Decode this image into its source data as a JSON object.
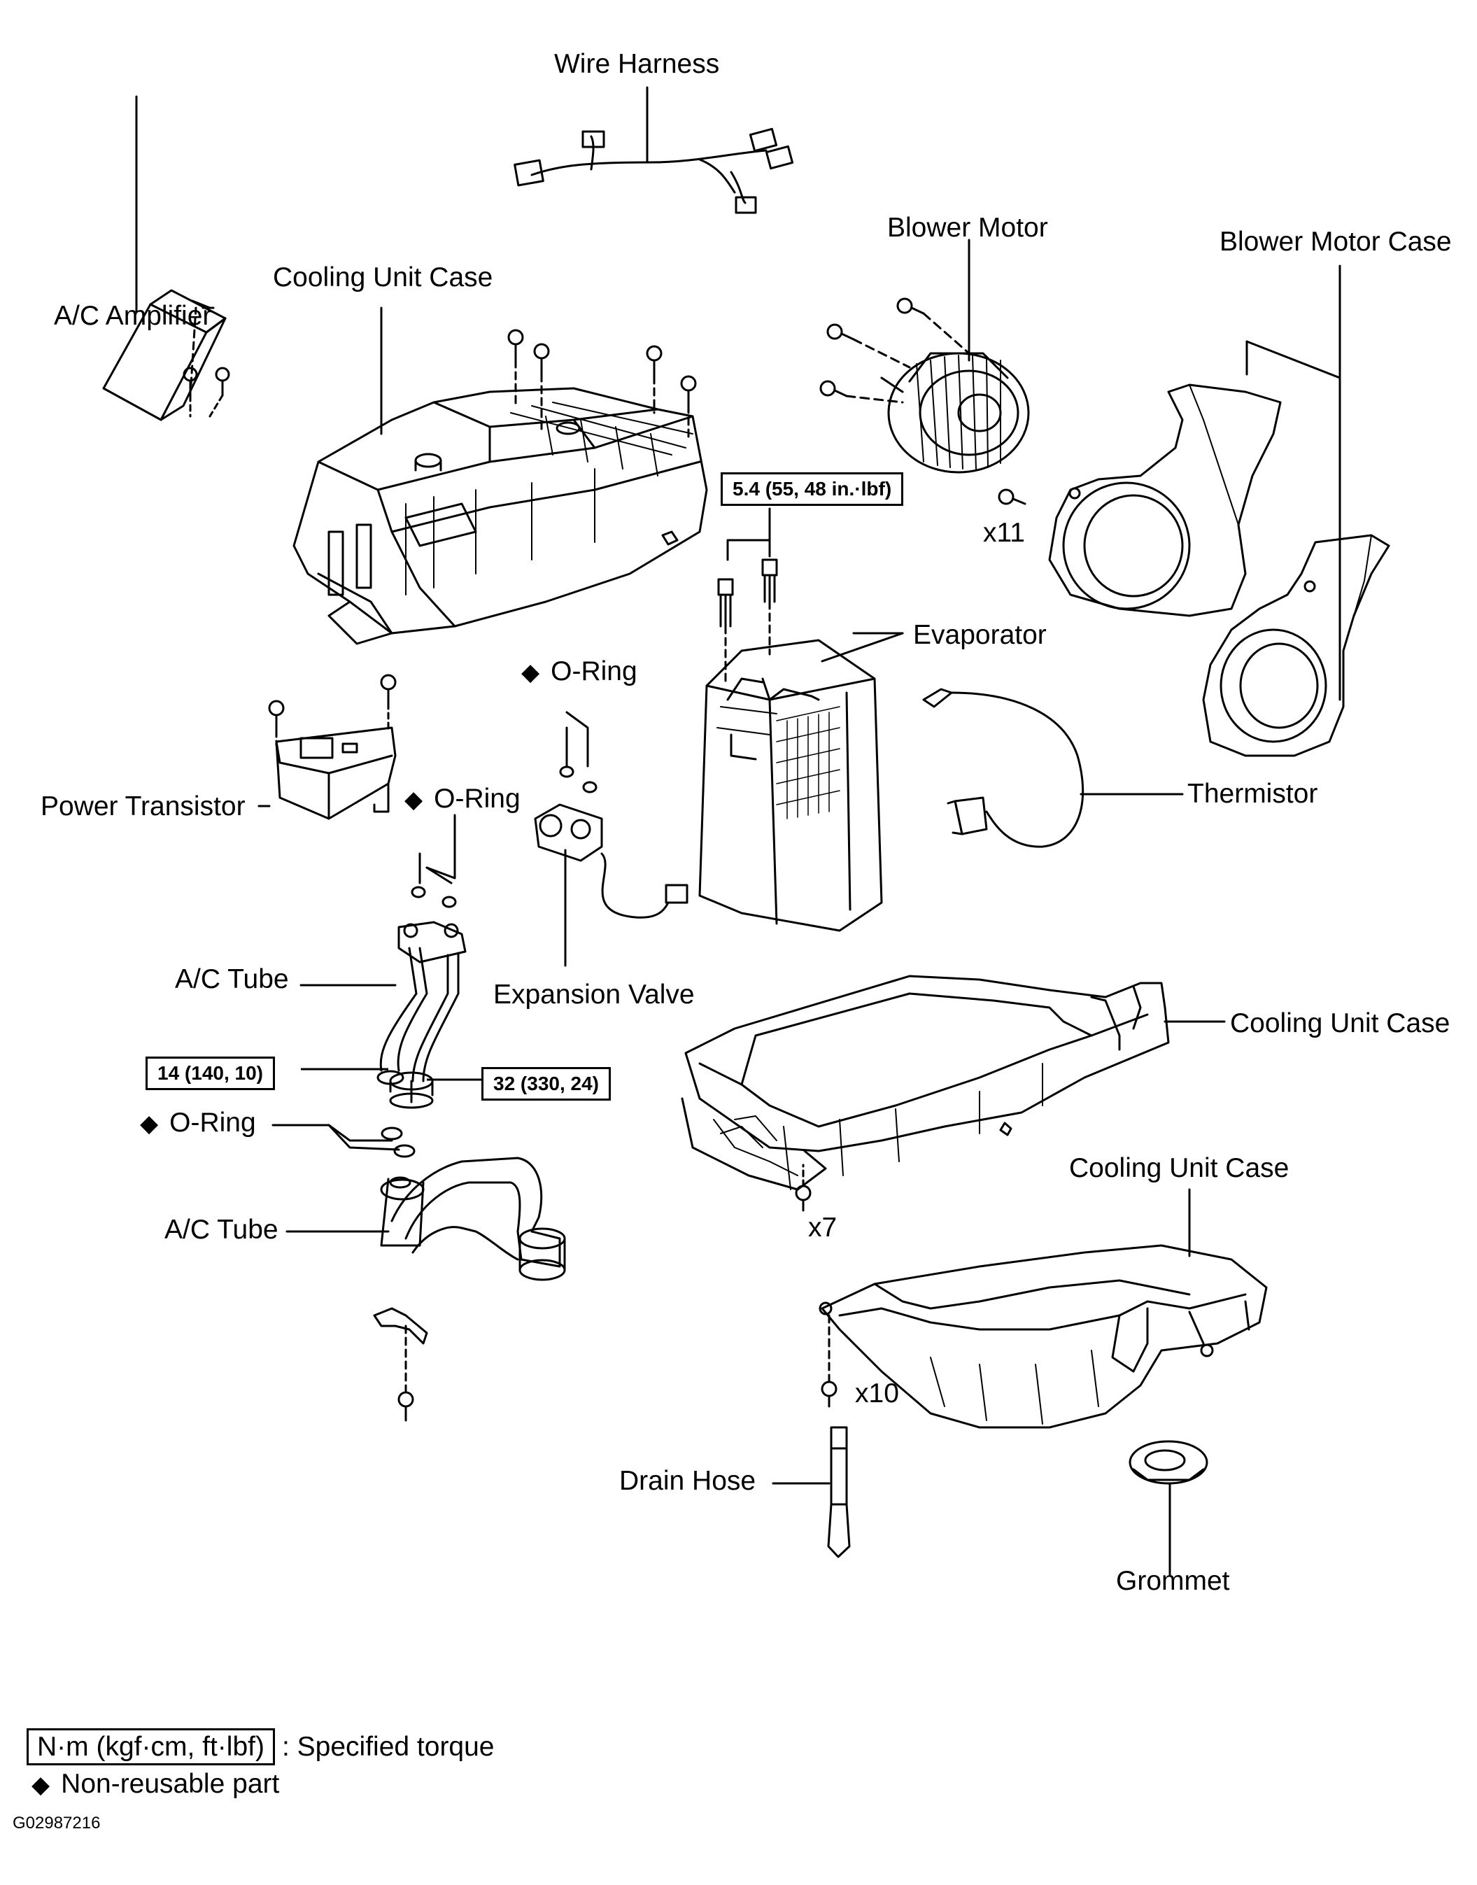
{
  "labels": {
    "wire_harness": "Wire Harness",
    "blower_motor": "Blower Motor",
    "blower_motor_case": "Blower Motor Case",
    "cooling_unit_case_upper": "Cooling Unit Case",
    "ac_amplifier": "A/C Amplifier",
    "x11": "x11",
    "evaporator": "Evaporator",
    "o_ring_1": "O-Ring",
    "thermistor": "Thermistor",
    "power_transistor": "Power Transistor",
    "o_ring_2": "O-Ring",
    "ac_tube_upper": "A/C Tube",
    "expansion_valve": "Expansion Valve",
    "cooling_unit_case_middle": "Cooling Unit Case",
    "o_ring_3": "O-Ring",
    "ac_tube_lower": "A/C Tube",
    "x7": "x7",
    "cooling_unit_case_lower": "Cooling Unit Case",
    "x10": "x10",
    "drain_hose": "Drain Hose",
    "grommet": "Grommet"
  },
  "torques": {
    "evaporator_bolt": "5.4 (55, 48 in.·lbf)",
    "tube_nut_small": "14 (140, 10)",
    "tube_nut_large": "32 (330, 24)"
  },
  "symbols": {
    "non_reusable": "◆"
  },
  "legend": {
    "torque_unit": "N·m (kgf·cm, ft·lbf)",
    "torque_text": ": Specified torque",
    "non_reusable_text": "Non-reusable part"
  },
  "figure_code": "G02987216"
}
